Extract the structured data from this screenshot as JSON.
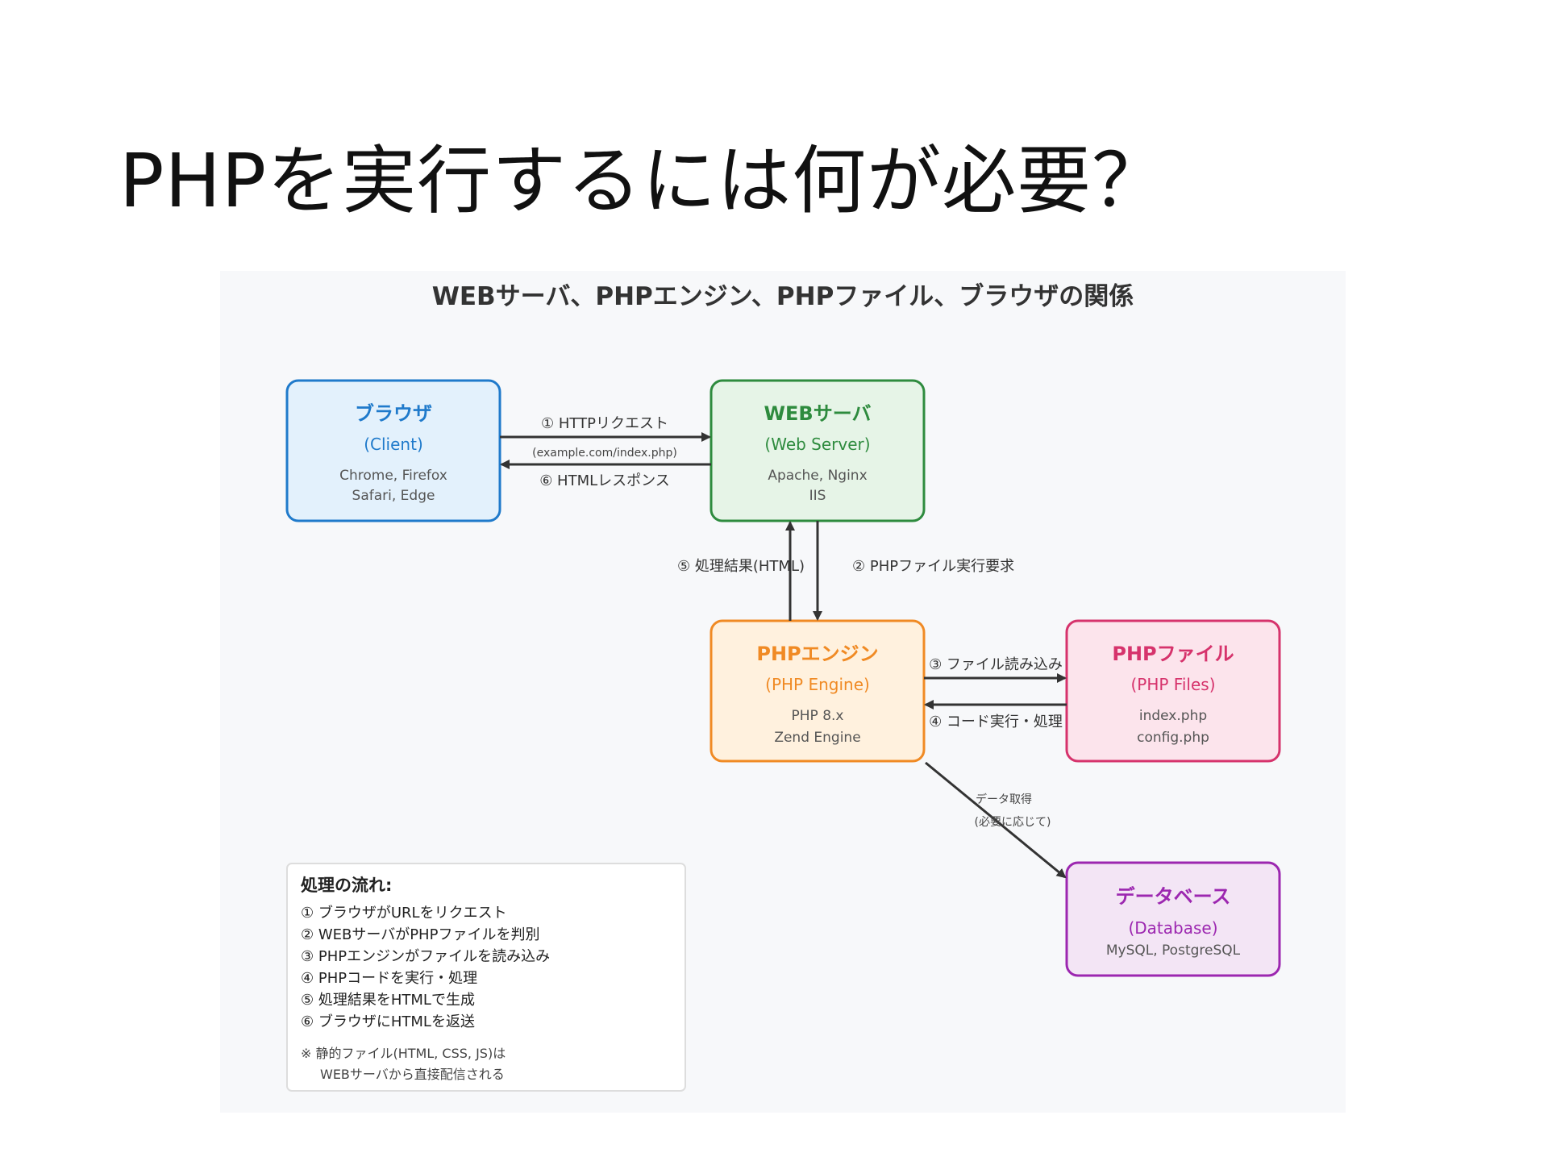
{
  "slide": {
    "title": "PHPを実行するには何が必要？"
  },
  "diagram": {
    "title": "WEBサーバ、PHPエンジン、PHPファイル、ブラウザの関係",
    "colors": {
      "browser": "#1f7acb",
      "webserver": "#2e8b3e",
      "engine": "#f08a24",
      "files": "#d6336c",
      "database": "#9c27b0",
      "arrow": "#333333"
    },
    "nodes": {
      "browser": {
        "title": "ブラウザ",
        "sub": "(Client)",
        "note1": "Chrome, Firefox",
        "note2": "Safari, Edge"
      },
      "webserver": {
        "title": "WEBサーバ",
        "sub": "(Web Server)",
        "note1": "Apache, Nginx",
        "note2": "IIS"
      },
      "engine": {
        "title": "PHPエンジン",
        "sub": "(PHP Engine)",
        "note1": "PHP 8.x",
        "note2": "Zend Engine"
      },
      "files": {
        "title": "PHPファイル",
        "sub": "(PHP Files)",
        "note1": "index.php",
        "note2": "config.php"
      },
      "database": {
        "title": "データベース",
        "sub": "(Database)",
        "note1": "MySQL, PostgreSQL"
      }
    },
    "edges": {
      "http_request": "① HTTPリクエスト",
      "request_url": "(example.com/index.php)",
      "html_response": "⑥ HTMLレスポンス",
      "result_html": "⑤ 処理結果(HTML)",
      "exec_request": "② PHPファイル実行要求",
      "file_read": "③ ファイル読み込み",
      "code_exec": "④ コード実行・処理",
      "data_fetch1": "データ取得",
      "data_fetch2": "(必要に応じて)"
    },
    "flow": {
      "heading": "処理の流れ:",
      "steps": [
        "① ブラウザがURLをリクエスト",
        "② WEBサーバがPHPファイルを判別",
        "③ PHPエンジンがファイルを読み込み",
        "④ PHPコードを実行・処理",
        "⑤ 処理結果をHTMLで生成",
        "⑥ ブラウザにHTMLを返送"
      ],
      "note1": "※ 静的ファイル(HTML, CSS, JS)は",
      "note2": "WEBサーバから直接配信される"
    }
  }
}
